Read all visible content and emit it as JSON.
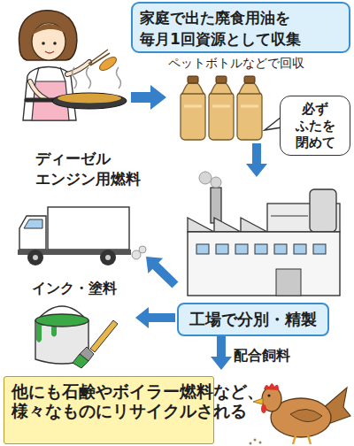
{
  "diagram": {
    "nodes": [
      {
        "text": [
          "家庭で出た廃食用油を 毎月1回資源として収集"
        ]
      },
      {
        "text": [
          "ペットボトルなどで回収"
        ]
      },
      {
        "text": [
          "必ず ふたを 閉めて"
        ]
      },
      {
        "text": [
          "ディーゼル エンジン用燃料"
        ]
      },
      {
        "text": [
          "インク・塗料"
        ]
      },
      {
        "text": [
          "工場で分別・精製"
        ]
      },
      {
        "text": [
          "配合飼料"
        ]
      },
      {
        "text": [
          "他にも石鹸やボイラー燃料など、様々なものにリサイクルされる"
        ]
      }
    ],
    "edges": [
      {
        "from": 1,
        "to": 5,
        "arrow": "to"
      },
      {
        "from": 5,
        "to": 3,
        "arrow": "to"
      },
      {
        "from": 5,
        "to": 4,
        "arrow": "to"
      },
      {
        "from": 5,
        "to": 6,
        "arrow": "to"
      }
    ]
  }
}
